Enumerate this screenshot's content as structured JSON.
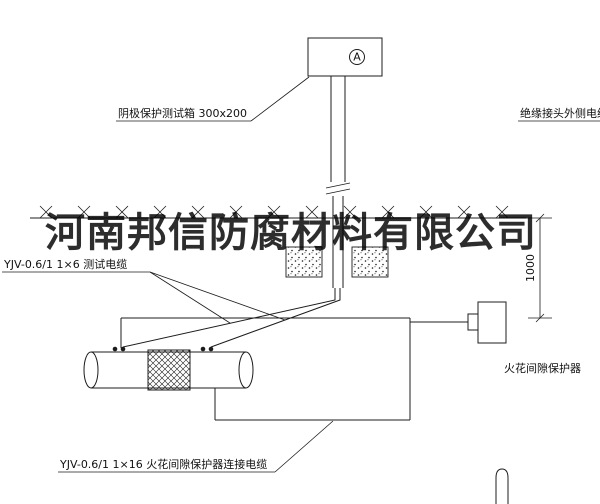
{
  "page": {
    "background": "#ffffff",
    "line_color": "#1c1c1c"
  },
  "watermark": {
    "text": "河南邦信防腐材料有限公司",
    "color": "#000000"
  },
  "labels": {
    "test_box": "阴极保护测试箱 300x200",
    "outer_cable": "绝缘接头外侧电缆",
    "test_cable": "YJV-0.6/1 1×6  测试电缆",
    "spark_protector": "火花间隙保护器",
    "connect_cable": "YJV-0.6/1 1×16  火花间隙保护器连接电缆",
    "ammeter": "A",
    "dimension_depth": "1000"
  }
}
